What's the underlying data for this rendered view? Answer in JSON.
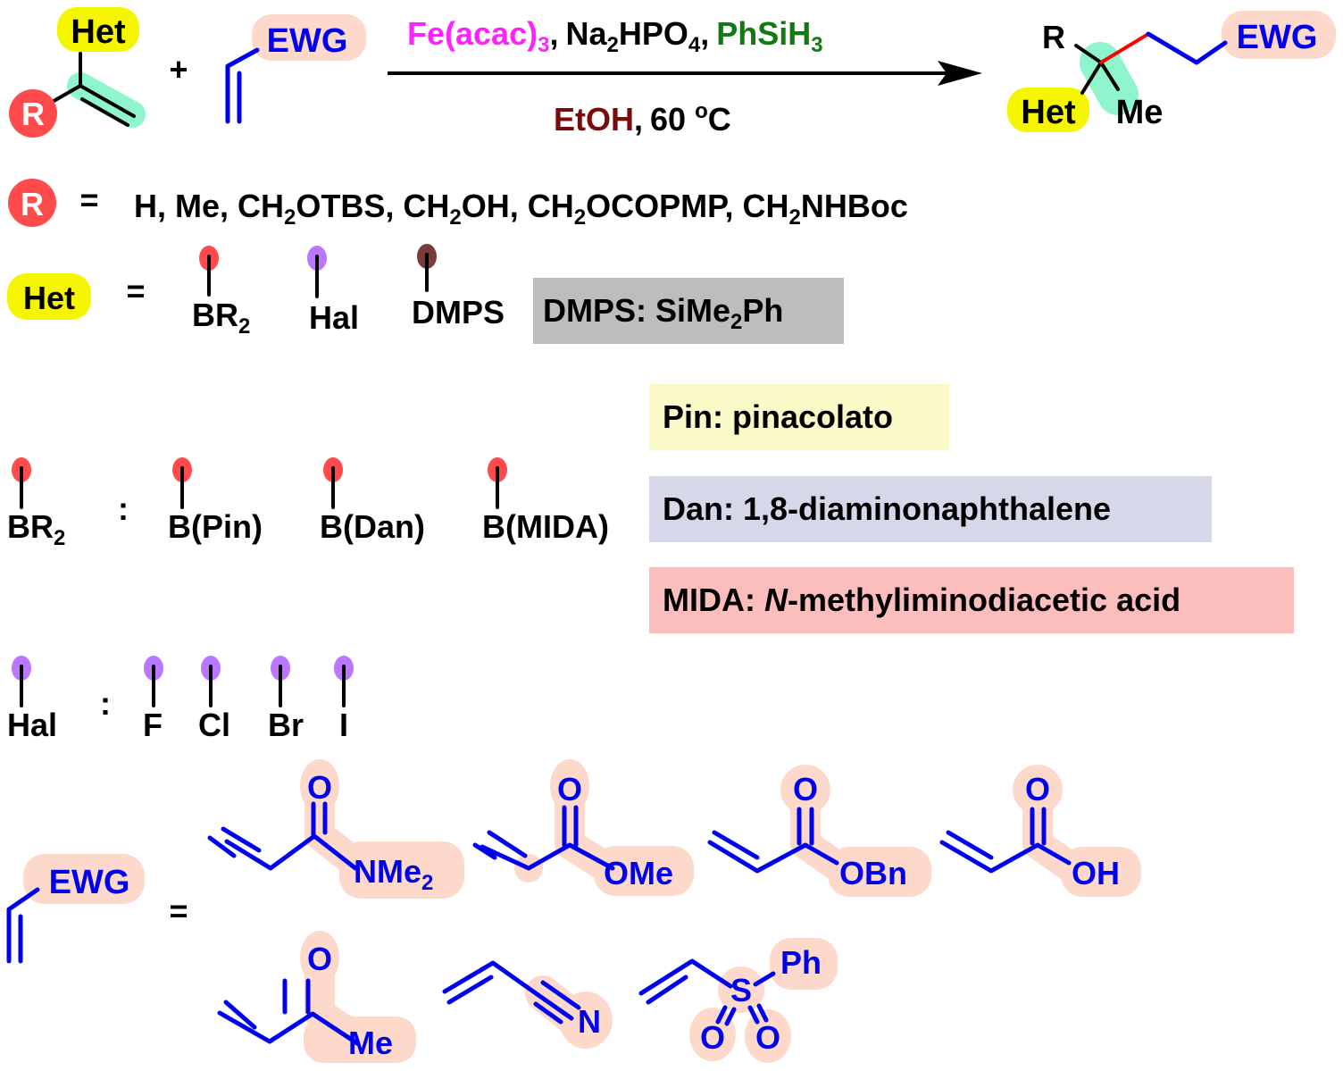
{
  "colors": {
    "het_highlight": "#f5f500",
    "r_circle": "#ff4b4b",
    "alkene_highlight": "#8ff5cc",
    "ewg_highlight": "#fdd9cc",
    "ewg_text": "#0000ee",
    "boron_dot": "#ff4b4b",
    "halogen_dot": "#bb77ff",
    "silicon_dot": "#7a3b3b",
    "catalyst": "#ff22ff",
    "reductant": "#117a11",
    "solvent": "#7a0a0a",
    "new_bond": "#ff0000",
    "dmps_box": "#bdbdbd",
    "pin_box": "#fafac8",
    "dan_box": "#d7d7ea",
    "mida_box": "#fcbdbd"
  },
  "reaction": {
    "substrate": {
      "het": "Het",
      "r": "R"
    },
    "plus": "+",
    "acceptor": {
      "ewg": "EWG"
    },
    "conditions_above": {
      "catalyst": "Fe(acac)",
      "catalyst_sub": "3",
      "sep1": ",",
      "base": "Na",
      "base_sub1": "2",
      "base_mid": "HPO",
      "base_sub2": "4",
      "sep2": ",",
      "reductant": "PhSiH",
      "reductant_sub": "3"
    },
    "conditions_below": {
      "solvent": "EtOH",
      "sep": ",",
      "temp": "60 ",
      "deg": "o",
      "unit": "C"
    },
    "product": {
      "r": "R",
      "het": "Het",
      "me": "Me",
      "ewg": "EWG"
    }
  },
  "r_definition": {
    "symbol": "R",
    "equals": "=",
    "parts": [
      "H, Me, CH",
      "2",
      "OTBS, CH",
      "2",
      "OH, CH",
      "2",
      "OCOPMP, CH",
      "2",
      "NHBoc"
    ]
  },
  "het_definition": {
    "symbol": "Het",
    "equals": "=",
    "options": [
      {
        "label": "BR",
        "sub": "2",
        "dot": "boron"
      },
      {
        "label": "Hal",
        "sub": "",
        "dot": "halogen"
      },
      {
        "label": "DMPS",
        "sub": "",
        "dot": "silicon"
      }
    ],
    "dmps_note": {
      "a": "DMPS: SiMe",
      "sub": "2",
      "b": "Ph"
    }
  },
  "boron_row": {
    "head": {
      "label": "BR",
      "sub": "2"
    },
    "colon": ":",
    "items": [
      "B(Pin)",
      "B(Dan)",
      "B(MIDA)"
    ]
  },
  "abbreviations": {
    "pin": "Pin: pinacolato",
    "dan": "Dan: 1,8-diaminonaphthalene",
    "mida_prefix": "MIDA: ",
    "mida_italic": "N",
    "mida_rest": "-methyliminodiacetic acid"
  },
  "halogen_row": {
    "head": "Hal",
    "colon": ":",
    "items": [
      "F",
      "Cl",
      "Br",
      "I"
    ]
  },
  "ewg_definition": {
    "ewg": "EWG",
    "equals": "=",
    "acceptors": [
      {
        "name": "N,N-dimethylacrylamide",
        "o": "O",
        "group": "NMe",
        "sub": "2"
      },
      {
        "name": "methyl acrylate",
        "o": "O",
        "group": "OMe",
        "sub": ""
      },
      {
        "name": "benzyl acrylate",
        "o": "O",
        "group": "OBn",
        "sub": ""
      },
      {
        "name": "acrylic acid",
        "o": "O",
        "group": "OH",
        "sub": ""
      },
      {
        "name": "methyl vinyl ketone",
        "o": "O",
        "group": "Me",
        "sub": ""
      },
      {
        "name": "acrylonitrile",
        "group": "N"
      },
      {
        "name": "phenyl vinyl sulfone",
        "s": "S",
        "ph": "Ph",
        "o1": "O",
        "o2": "O"
      }
    ]
  }
}
